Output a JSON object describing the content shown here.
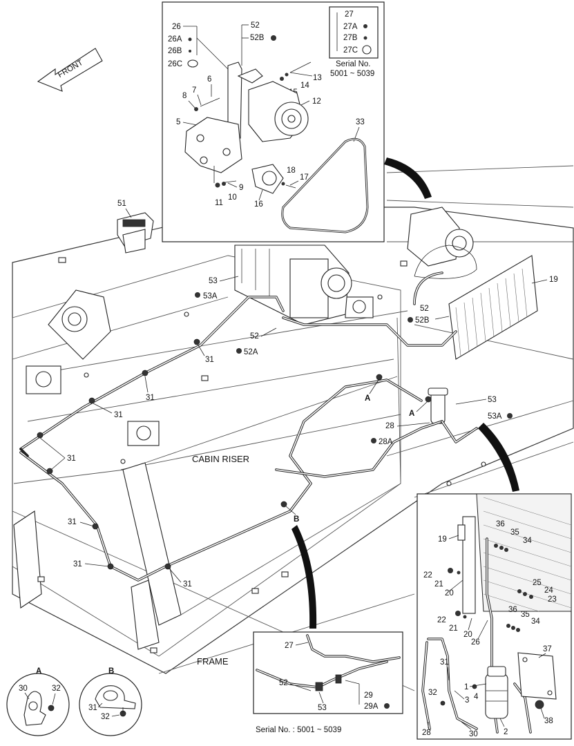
{
  "front_label": "FRONT",
  "cabin_riser": "CABIN RISER",
  "frame": "FRAME",
  "top_box": {
    "serial_text_1": "Serial No.",
    "serial_text_2": "5001 ~ 5039",
    "callouts": [
      "27",
      "27A",
      "27B",
      "27C",
      "26",
      "26A",
      "26B",
      "26C",
      "52",
      "52B",
      "13",
      "14",
      "15",
      "12",
      "8",
      "7",
      "6",
      "5",
      "33",
      "18",
      "17",
      "9",
      "10",
      "11",
      "16"
    ]
  },
  "main_callouts": {
    "c51": "51",
    "c19": "19",
    "c53": "53",
    "c53A": "53A",
    "c52": "52",
    "c52A": "52A",
    "c52_right": "52",
    "c52B_right": "52B",
    "c31": "31",
    "cA": "A",
    "cB": "B",
    "c53_right": "53",
    "c53A_right": "53A",
    "c28": "28",
    "c28A": "28A"
  },
  "detail_a": {
    "title": "A",
    "c30": "30",
    "c32": "32"
  },
  "detail_b": {
    "title": "B",
    "c31": "31",
    "c32": "32"
  },
  "bottom_box": {
    "c27": "27",
    "c52": "52",
    "c53": "53",
    "c29": "29",
    "c29A": "29A",
    "serial": "Serial No. : 5001 ~ 5039"
  },
  "right_box": {
    "callouts": [
      "36",
      "35",
      "34",
      "19",
      "22",
      "21",
      "20",
      "25",
      "24",
      "23",
      "22",
      "21",
      "20",
      "26",
      "36",
      "35",
      "34",
      "37",
      "31",
      "32",
      "3",
      "4",
      "1",
      "38",
      "28",
      "30",
      "2"
    ]
  }
}
